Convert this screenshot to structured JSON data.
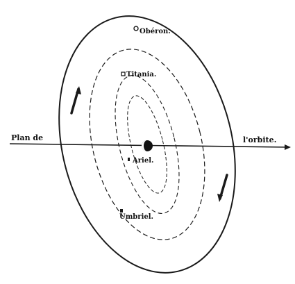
{
  "labels": {
    "plane_left": "Plan de",
    "plane_right": "l'orbite.",
    "oberon": "Obéron.",
    "titania": "Titania.",
    "ariel": "Ariel.",
    "umbriel": "Umbriel."
  },
  "colors": {
    "ink": "#1a1a1a",
    "background": "#ffffff"
  }
}
